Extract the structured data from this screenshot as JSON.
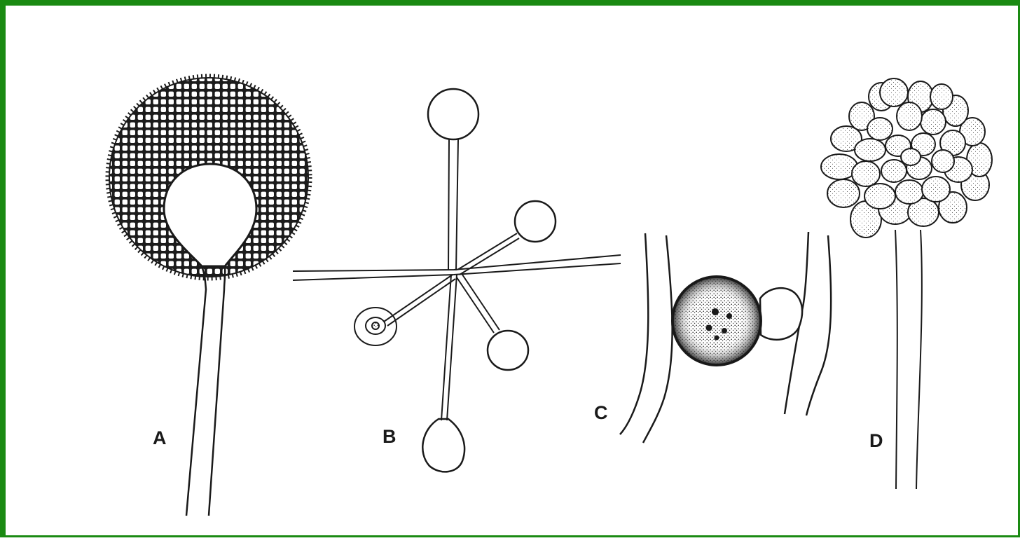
{
  "figure": {
    "border_color": "#1a8a12",
    "ink_color": "#1a1a1a",
    "panels": [
      {
        "id": "A",
        "label": "A"
      },
      {
        "id": "B",
        "label": "B"
      },
      {
        "id": "C",
        "label": "C"
      },
      {
        "id": "D",
        "label": "D"
      }
    ]
  }
}
